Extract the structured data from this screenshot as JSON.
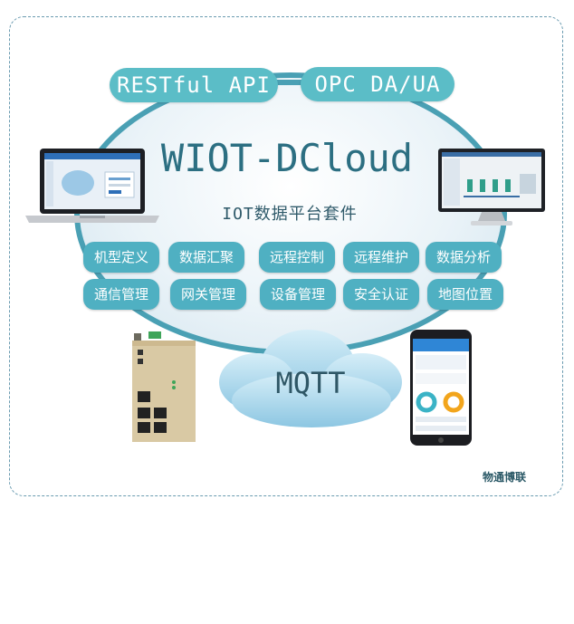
{
  "top_labels": {
    "restful": "RESTful API",
    "opc": "OPC DA/UA"
  },
  "title": "WIOT-DCloud",
  "subtitle": "IOT数据平台套件",
  "features": [
    "机型定义",
    "数据汇聚",
    "远程控制",
    "远程维护",
    "数据分析",
    "通信管理",
    "网关管理",
    "设备管理",
    "安全认证",
    "地图位置"
  ],
  "cloud_label": "MQTT",
  "brand": "物通博联",
  "colors": {
    "accent": "#4fb0c2",
    "ring": "#4aa0b4",
    "title": "#2c6f82",
    "cloud": "#9fd3ea"
  }
}
